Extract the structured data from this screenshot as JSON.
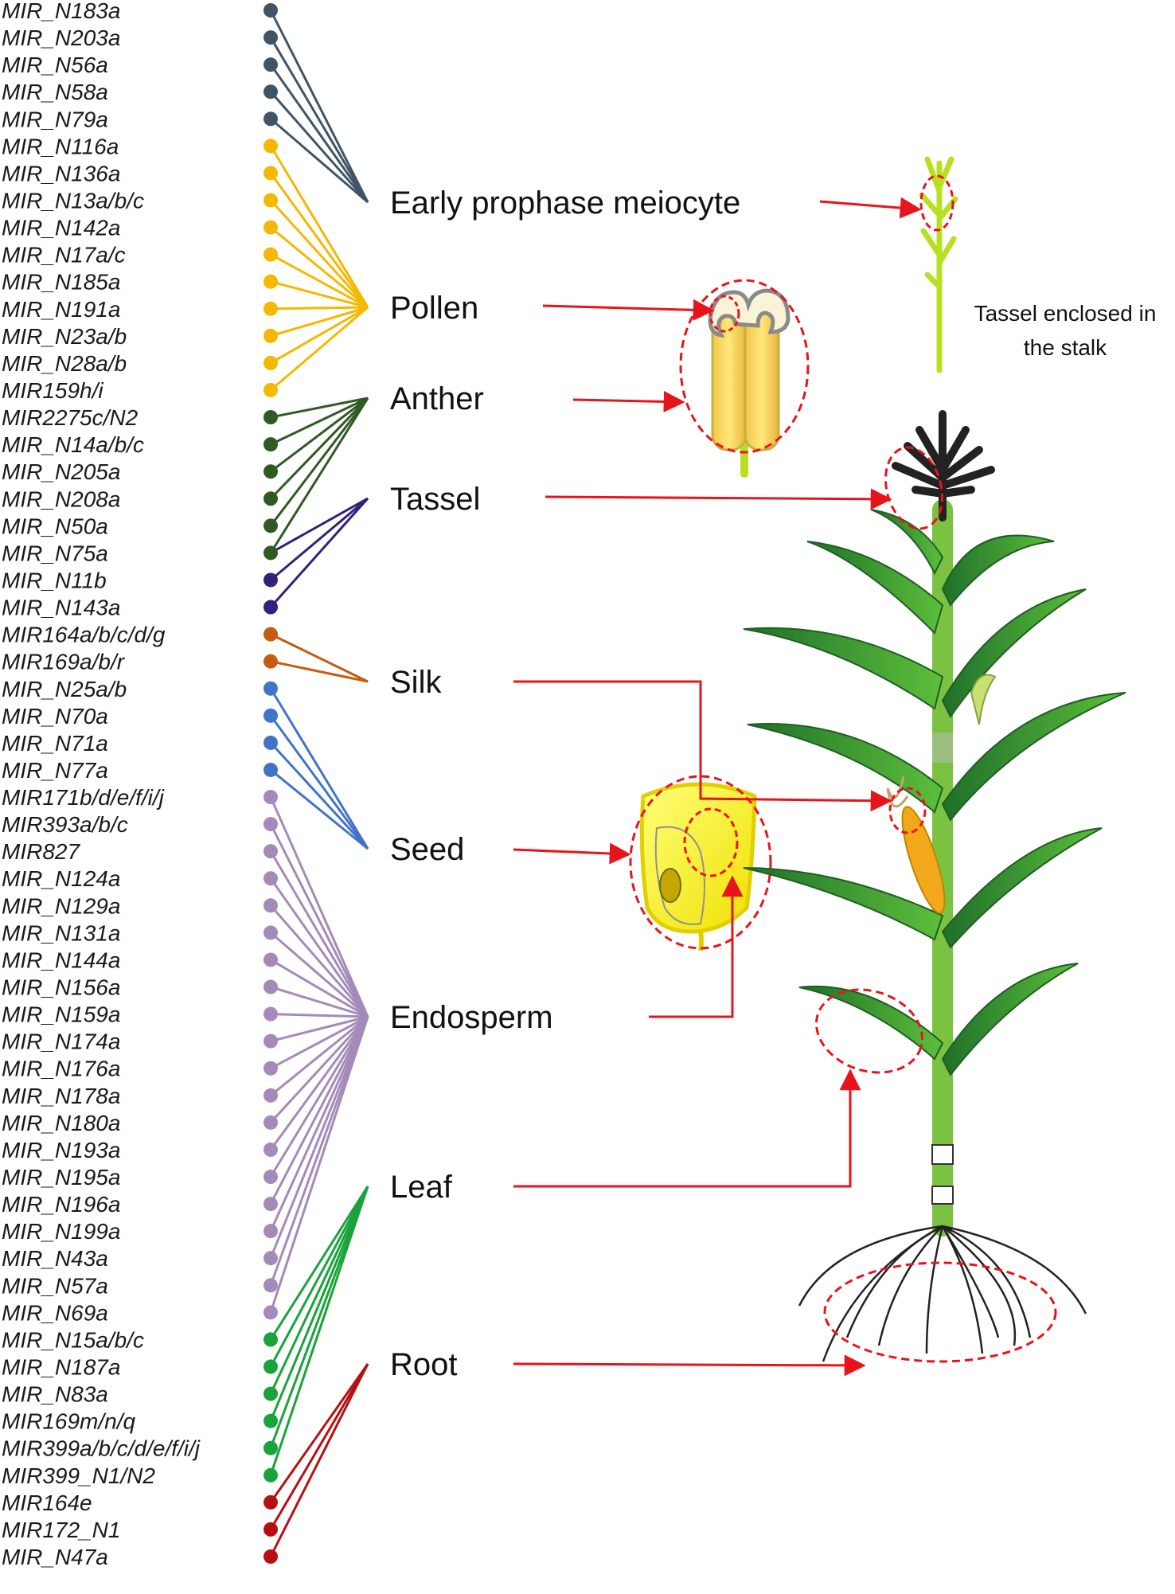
{
  "mirnas": [
    "MIR_N183a",
    "MIR_N203a",
    "MIR_N56a",
    "MIR_N58a",
    "MIR_N79a",
    "MIR_N116a",
    "MIR_N136a",
    "MIR_N13a/b/c",
    "MIR_N142a",
    "MIR_N17a/c",
    "MIR_N185a",
    "MIR_N191a",
    "MIR_N23a/b",
    "MIR_N28a/b",
    "MIR159h/i",
    "MIR2275c/N2",
    "MIR_N14a/b/c",
    "MIR_N205a",
    "MIR_N208a",
    "MIR_N50a",
    "MIR_N75a",
    "MIR_N11b",
    "MIR_N143a",
    "MIR164a/b/c/d/g",
    "MIR169a/b/r",
    "MIR_N25a/b",
    "MIR_N70a",
    "MIR_N71a",
    "MIR_N77a",
    "MIR171b/d/e/f/i/j",
    "MIR393a/b/c",
    "MIR827",
    "MIR_N124a",
    "MIR_N129a",
    "MIR_N131a",
    "MIR_N144a",
    "MIR_N156a",
    "MIR_N159a",
    "MIR_N174a",
    "MIR_N176a",
    "MIR_N178a",
    "MIR_N180a",
    "MIR_N193a",
    "MIR_N195a",
    "MIR_N196a",
    "MIR_N199a",
    "MIR_N43a",
    "MIR_N57a",
    "MIR_N69a",
    "MIR_N15a/b/c",
    "MIR_N187a",
    "MIR_N83a",
    "MIR169m/n/q",
    "MIR399a/b/c/d/e/f/i/j",
    "MIR399_N1/N2",
    "MIR164e",
    "MIR172_N1",
    "MIR_N47a"
  ],
  "groups": [
    {
      "tissue": "Early prophase meiocyte",
      "color": "#3f5565",
      "members": [
        0,
        1,
        2,
        3,
        4
      ]
    },
    {
      "tissue": "Pollen",
      "color": "#f5b800",
      "members": [
        5,
        6,
        7,
        8,
        9,
        10,
        11,
        12,
        13,
        14
      ]
    },
    {
      "tissue": "Anther",
      "color": "#2f5a23",
      "members": [
        15,
        16,
        17,
        18,
        19,
        20
      ]
    },
    {
      "tissue": "Tassel",
      "color": "#34207a",
      "members": [
        20,
        21,
        22
      ]
    },
    {
      "tissue": "Silk",
      "color": "#c45c12",
      "members": [
        23,
        24
      ]
    },
    {
      "tissue": "Seed",
      "color": "#3f74c8",
      "members": [
        25,
        26,
        27,
        28
      ]
    },
    {
      "tissue": "Endosperm",
      "color": "#a48ab8",
      "members": [
        29,
        30,
        31,
        32,
        33,
        34,
        35,
        36,
        37,
        38,
        39,
        40,
        41,
        42,
        43,
        44,
        45,
        46,
        47,
        48
      ]
    },
    {
      "tissue": "Leaf",
      "color": "#1aa33a",
      "members": [
        49,
        50,
        51,
        52,
        53,
        54
      ]
    },
    {
      "tissue": "Root",
      "color": "#b80f12",
      "members": [
        55,
        56,
        57
      ]
    }
  ],
  "annotations": {
    "tassel_enclosed_line1": "Tassel enclosed in",
    "tassel_enclosed_line2": "the stalk"
  },
  "colors": {
    "arrow": "#e8141b",
    "stem": "#9acd32",
    "leaf": "#2e8b3a"
  }
}
